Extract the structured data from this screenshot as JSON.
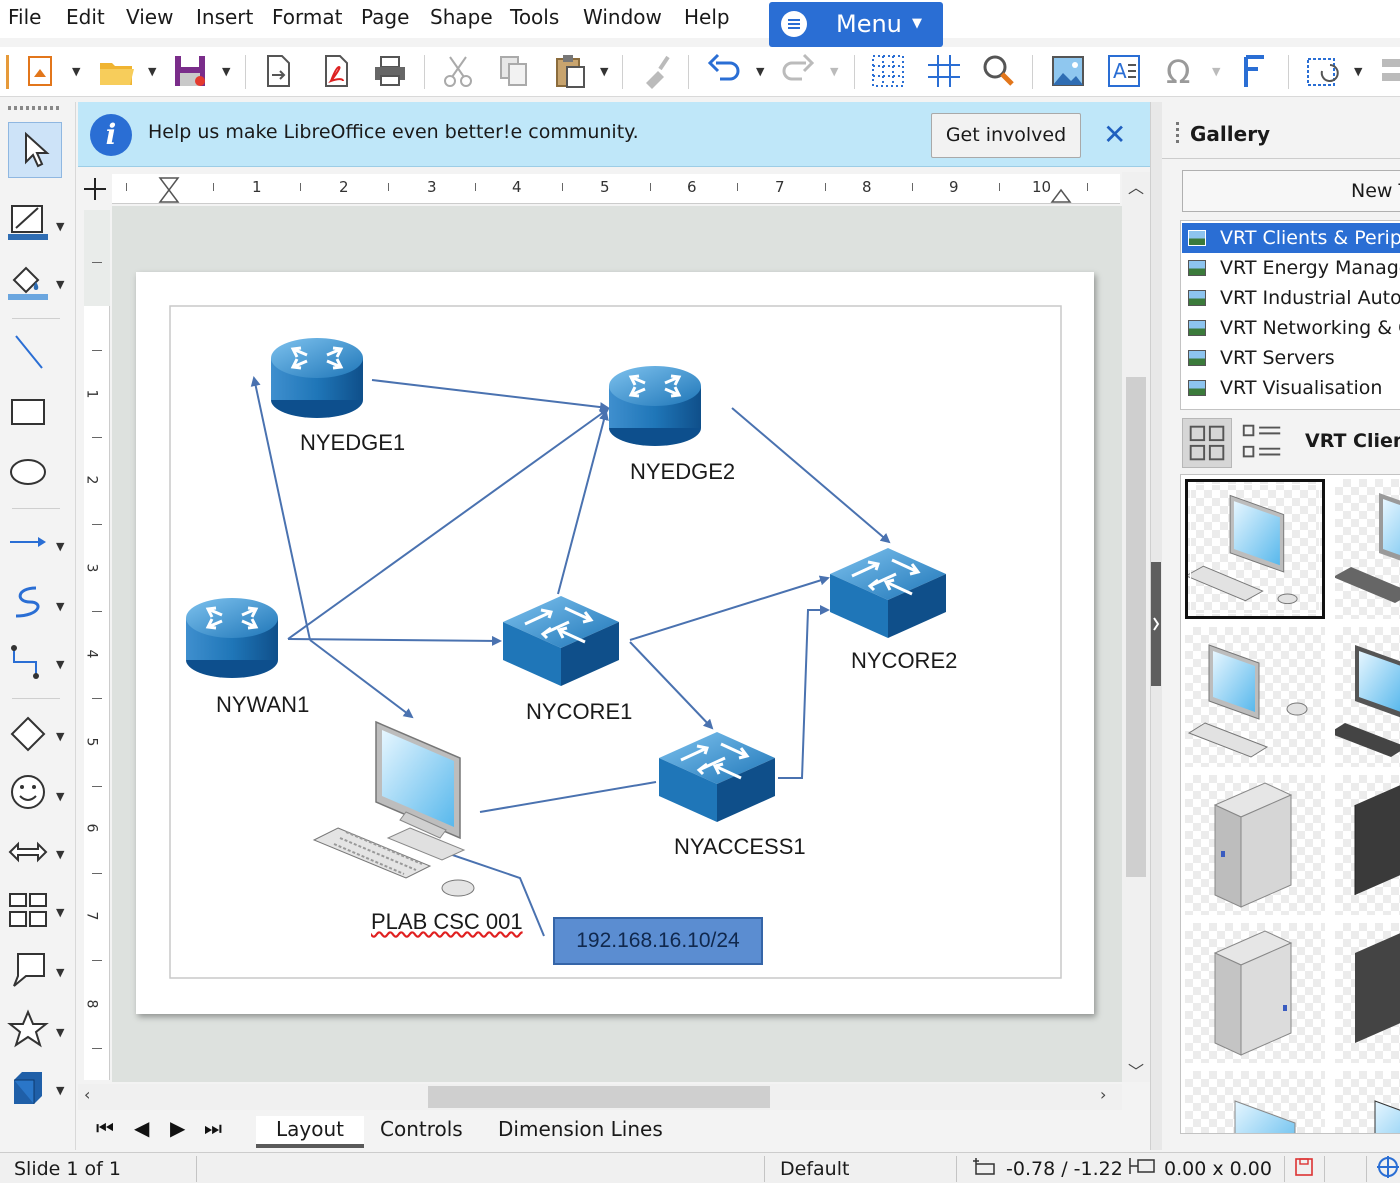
{
  "menubar": {
    "items": [
      "File",
      "Edit",
      "View",
      "Insert",
      "Format",
      "Page",
      "Shape",
      "Tools",
      "Window",
      "Help"
    ],
    "menu_button_label": "Menu"
  },
  "infobar": {
    "message": "Help us make LibreOffice even better!e community.",
    "button_label": "Get involved",
    "close_glyph": "✕"
  },
  "ruler": {
    "horizontal_numbers": [
      "1",
      "2",
      "3",
      "4",
      "5",
      "6",
      "7",
      "8",
      "9",
      "10"
    ],
    "vertical_numbers": [
      "1",
      "2",
      "3",
      "4",
      "5",
      "6",
      "7",
      "8"
    ]
  },
  "diagram": {
    "nodes": {
      "nyedge1": "NYEDGE1",
      "nyedge2": "NYEDGE2",
      "nywan1": "NYWAN1",
      "nycore1": "NYCORE1",
      "nycore2": "NYCORE2",
      "nyaccess1": "NYACCESS1",
      "plab": "PLAB CSC 001"
    },
    "ip_label": "192.168.16.10/24"
  },
  "tabs": [
    "Layout",
    "Controls",
    "Dimension Lines"
  ],
  "statusbar": {
    "slide": "Slide 1 of 1",
    "master": "Default",
    "position": "-0.78 / -1.22",
    "size": "0.00 x 0.00"
  },
  "gallery": {
    "title": "Gallery",
    "new_theme_label": "New Theme...",
    "themes": [
      "VRT Clients & Peripherals",
      "VRT Energy Management",
      "VRT Industrial Automation",
      "VRT Networking & Communication",
      "VRT Servers",
      "VRT Visualisation"
    ],
    "current_theme": "VRT Clients & Peripherals"
  },
  "colors": {
    "accent": "#2a6ed4",
    "infobar": "#bfe7f9",
    "device_blue": "#1f76b8",
    "connector": "#4a72b0"
  }
}
